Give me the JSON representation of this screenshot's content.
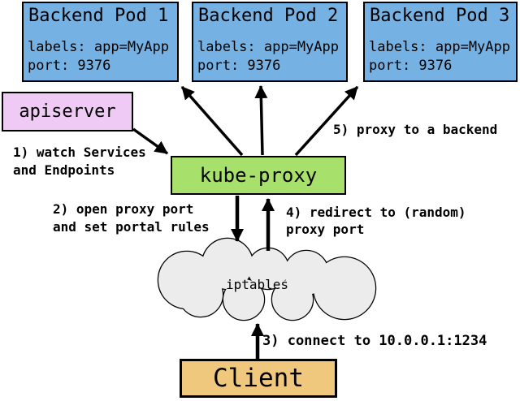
{
  "diagram": {
    "pods": [
      {
        "title": "Backend Pod 1",
        "labels": "labels: app=MyApp",
        "port": "port: 9376"
      },
      {
        "title": "Backend Pod 2",
        "labels": "labels: app=MyApp",
        "port": "port: 9376"
      },
      {
        "title": "Backend Pod 3",
        "labels": "labels: app=MyApp",
        "port": "port: 9376"
      }
    ],
    "apiserver_label": "apiserver",
    "kube_proxy_label": "kube-proxy",
    "iptables_label": "iptables",
    "client_label": "Client",
    "steps": {
      "step1": "1) watch Services\nand Endpoints",
      "step2": "2) open proxy port\nand set portal rules",
      "step3": "3) connect to 10.0.0.1:1234",
      "step4": "4) redirect to (random)\nproxy port",
      "step5": "5) proxy to a backend"
    },
    "colors": {
      "pod_fill": "#75b1e2",
      "apiserver_fill": "#eecaf4",
      "kube_proxy_fill": "#a7e16c",
      "client_fill": "#f0c87d",
      "cloud_fill": "#ececec",
      "outline": "#000000"
    }
  }
}
